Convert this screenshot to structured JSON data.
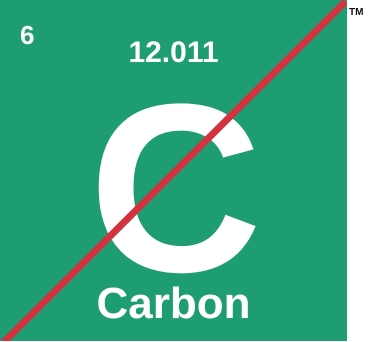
{
  "element": {
    "number": "6",
    "mass": "12.011",
    "symbol": "C",
    "name": "Carbon"
  },
  "trademark": "TM",
  "colors": {
    "tile": "#1e9d72",
    "text": "#ffffff",
    "slash": "#d1343f"
  }
}
